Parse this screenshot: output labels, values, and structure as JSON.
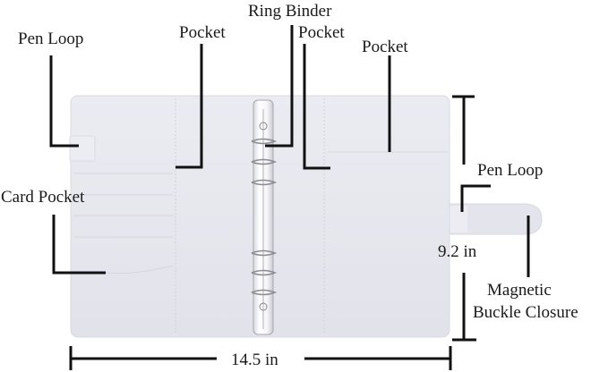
{
  "labels": {
    "pen_loop_left": "Pen Loop",
    "pocket_left": "Pocket",
    "ring_binder": "Ring Binder",
    "pocket_center": "Pocket",
    "pocket_right": "Pocket",
    "pen_loop_right": "Pen Loop",
    "card_pocket": "Card Pocket",
    "magnetic_line1": "Magnetic",
    "magnetic_line2": "Buckle Closure"
  },
  "dimensions": {
    "width": "14.5 in",
    "height": "9.2 in"
  },
  "colors": {
    "cover": "#e6e6ee",
    "cover_edge": "#d6d6e0",
    "leader": "#111111",
    "ring_metal": "#f4f4f6"
  }
}
